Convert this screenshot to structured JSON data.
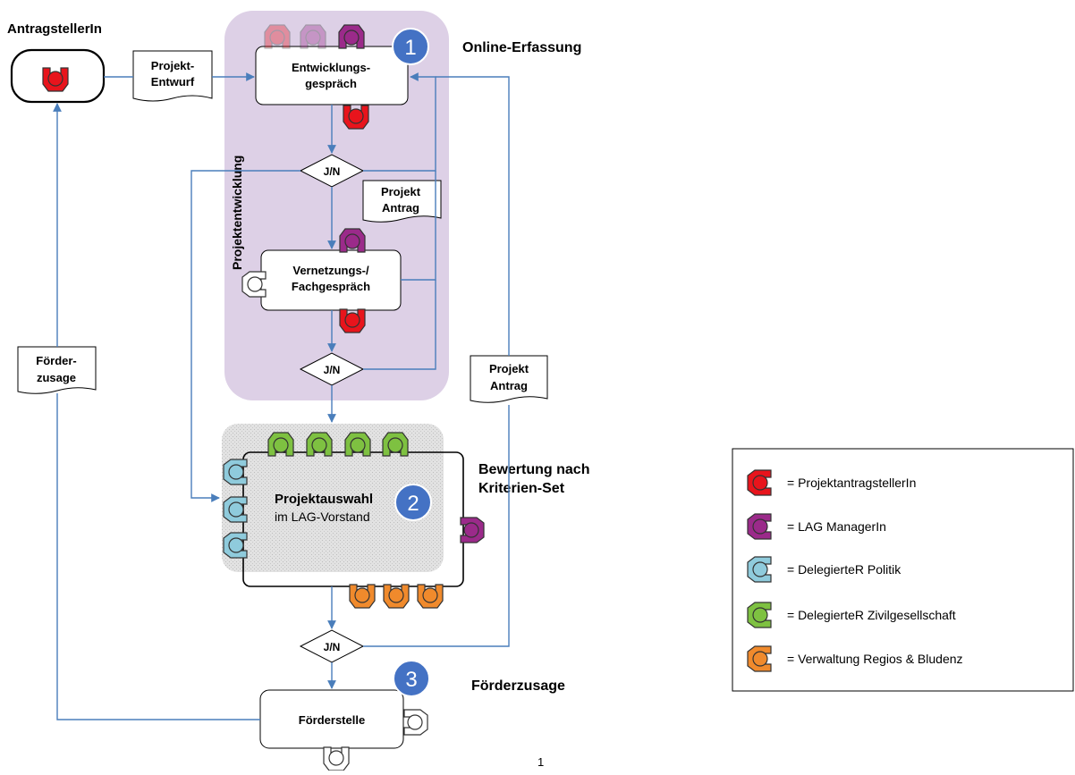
{
  "applicant_title": "AntragstellerIn",
  "online_label": "Online-Erfassung",
  "bewertung_line1": "Bewertung nach",
  "bewertung_line2": "Kriterien-Set",
  "foerderzusage_label": "Förderzusage",
  "phase_label": "Projektentwicklung",
  "page_number": "1",
  "badges": {
    "one": "1",
    "two": "2",
    "three": "3"
  },
  "docs": {
    "entwurf_line1": "Projekt-",
    "entwurf_line2": "Entwurf",
    "antrag1_line1": "Projekt",
    "antrag1_line2": "Antrag",
    "antrag2_line1": "Projekt",
    "antrag2_line2": "Antrag",
    "zusage_line1": "Förder-",
    "zusage_line2": "zusage"
  },
  "boxes": {
    "entwicklung_line1": "Entwicklungs-",
    "entwicklung_line2": "gespräch",
    "vernetzung_line1": "Vernetzungs-/",
    "vernetzung_line2": "Fachgespräch",
    "auswahl_line1": "Projektauswahl",
    "auswahl_line2": "im LAG-Vorstand",
    "foerderstelle": "Förderstelle"
  },
  "decisions": {
    "d1": "J/N",
    "d2": "J/N",
    "d3": "J/N"
  },
  "legend": [
    {
      "color": "#e8141c",
      "label": "ProjektantragstellerIn",
      "icon": "person-red-icon"
    },
    {
      "color": "#9b2a8a",
      "label": "LAG ManagerIn",
      "icon": "person-purple-icon"
    },
    {
      "color": "#8fcbdc",
      "label": "DelegierteR Politik",
      "icon": "person-blue-icon"
    },
    {
      "color": "#7ec141",
      "label": "DelegierteR Zivilgesellschaft",
      "icon": "person-green-icon"
    },
    {
      "color": "#f08a2c",
      "label": "Verwaltung Regios & Bludenz",
      "icon": "person-orange-icon"
    }
  ],
  "colors": {
    "red": "#e8141c",
    "purple": "#9b2a8a",
    "blue": "#8fcbdc",
    "green": "#7ec141",
    "orange": "#f08a2c",
    "arrow": "#4a7ebb",
    "phase_bg": "#ddd0e6",
    "select_bg": "#dcdcdc",
    "badge": "#4472c4"
  }
}
